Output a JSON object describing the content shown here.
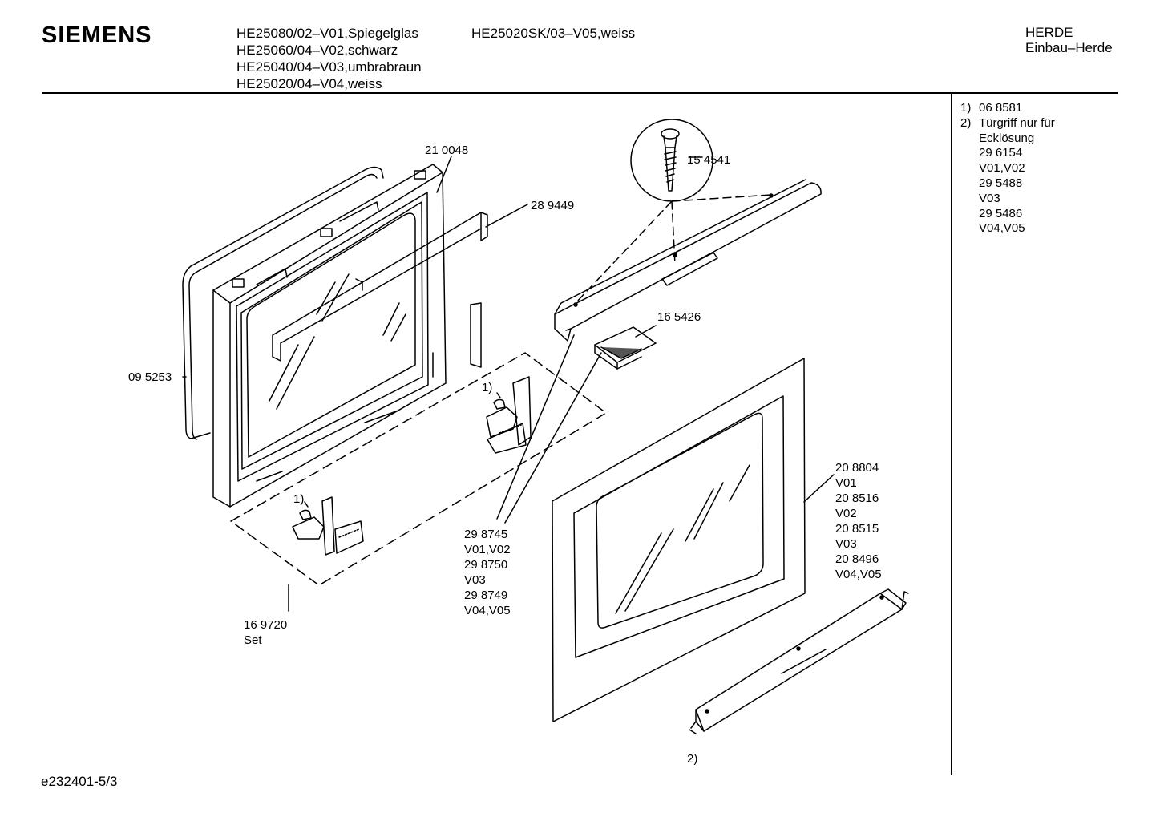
{
  "header": {
    "brand": "SIEMENS",
    "models_col1": [
      "HE25080/02–V01,Spiegelglas",
      "HE25060/04–V02,schwarz",
      "HE25040/04–V03,umbrabraun",
      "HE25020/04–V04,weiss"
    ],
    "models_col2": [
      "HE25020SK/03–V05,weiss"
    ],
    "category": [
      "HERDE",
      "Einbau–Herde"
    ]
  },
  "notes": [
    {
      "num": "1)",
      "lines": [
        "06 8581"
      ]
    },
    {
      "num": "2)",
      "lines": [
        "Türgriff nur für",
        "Ecklösung",
        "29  6154",
        "V01,V02",
        "29  5488",
        "V03",
        "29 5486",
        "V04,V05"
      ]
    }
  ],
  "parts": {
    "p210048": "21 0048",
    "p289449": "28 9449",
    "p154541": "15 4541",
    "p095253": "09 5253",
    "p165426": "16 5426",
    "ref1_upper": "1)",
    "ref1_lower": "1)",
    "p169720": [
      "16 9720",
      "Set"
    ],
    "p298745": [
      "29 8745",
      "V01,V02",
      "29 8750",
      "V03",
      "29 8749",
      "V04,V05"
    ],
    "p208804": [
      "20 8804",
      "V01",
      "20 8516",
      "V02",
      "20 8515",
      "V03",
      "20 8496",
      "V04,V05"
    ],
    "ref2": "2)"
  },
  "footer": {
    "code": "e232401-5/3"
  }
}
